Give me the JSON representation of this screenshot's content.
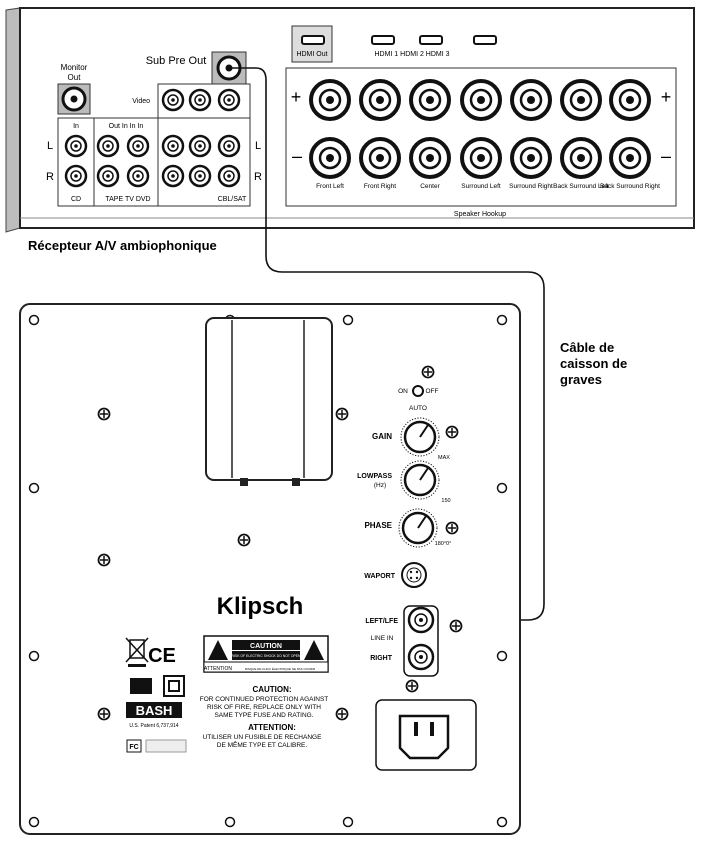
{
  "receiver": {
    "title": "Récepteur A/V ambiophonique",
    "sub_pre_out": "Sub Pre Out",
    "monitor_out": [
      "Monitor",
      "Out"
    ],
    "video": "Video",
    "in": "In",
    "out_in": "Out In In In",
    "tape_tv_dvd": "TAPE TV DVD",
    "cd": "CD",
    "cbl_sat": "CBL/SAT",
    "L": "L",
    "R": "R",
    "hdmi_out": "HDMI Out",
    "hdmi_in": "HDMI 1 HDMI 2 HDMI 3",
    "plus": "+",
    "minus": "–",
    "speaker_labels": [
      "Front Left",
      "Front Right",
      "Center",
      "Surround Left",
      "Surround Right",
      "Back Surround Left",
      "Back Surround Right"
    ],
    "speaker_hookup": "Speaker Hookup"
  },
  "cable": {
    "label": [
      "Câble de",
      "caisson de",
      "graves"
    ]
  },
  "subwoofer": {
    "on": "ON",
    "off": "OFF",
    "auto": "AUTO",
    "gain": "GAIN",
    "gain_max": "MAX",
    "lowpass": "LOWPASS",
    "hz": "(Hz)",
    "lowpass_max": "150",
    "phase": "PHASE",
    "phase_range": "180°0°",
    "waport": "WAPORT",
    "left_lfe": "LEFT/LFE",
    "line_in": "LINE IN",
    "right": "RIGHT",
    "brand": "Klipsch",
    "ce": "CE",
    "caution_title": "CAUTION",
    "caution_sub": "RISK OF ELECTRIC SHOCK DO NOT OPEN",
    "attention": "ATTENTION",
    "attention_fr": "RISQUE DE CHOC ÉLECTRIQUE NE PAS OUVRIR",
    "caution_body_title": "CAUTION:",
    "caution_body": [
      "FOR CONTINUED PROTECTION AGAINST",
      "RISK OF FIRE, REPLACE ONLY WITH",
      "SAME TYPE FUSE AND RATING."
    ],
    "attention_body_title": "ATTENTION:",
    "attention_body": [
      "UTILISER UN FUSIBLE DE RECHANGE",
      "DE MÊME TYPE ET CALIBRE."
    ],
    "bash": "BASH",
    "bash_sub": "U.S. Patent 6,737,914",
    "fc": "FC"
  }
}
